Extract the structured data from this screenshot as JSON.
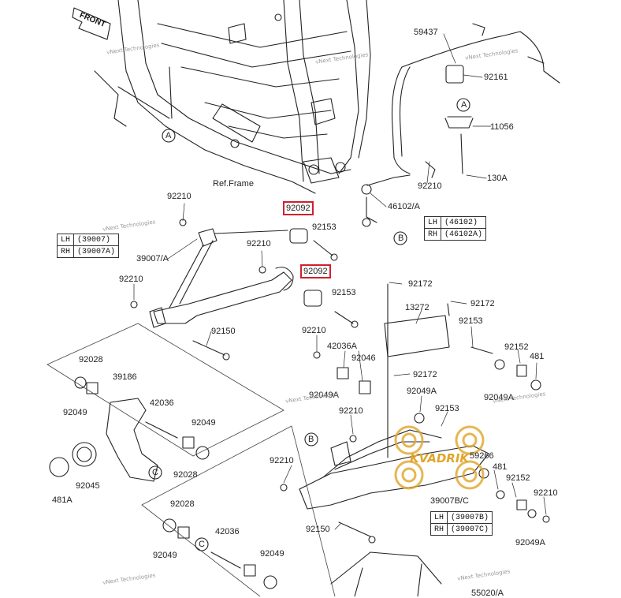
{
  "front_label": "FRONT",
  "ref_frame": "Ref.Frame",
  "watermark": "vNext Technologies",
  "logo_text": "KVADRIK",
  "highlighted": [
    "92092",
    "92092"
  ],
  "labels": [
    {
      "id": "l59437",
      "t": "59437"
    },
    {
      "id": "l92161",
      "t": "92161"
    },
    {
      "id": "lA1",
      "t": "A"
    },
    {
      "id": "l11056",
      "t": "11056"
    },
    {
      "id": "l92210a",
      "t": "92210"
    },
    {
      "id": "l130A",
      "t": "130A"
    },
    {
      "id": "lA2",
      "t": "A"
    },
    {
      "id": "l46102A",
      "t": "46102/A"
    },
    {
      "id": "lB1",
      "t": "B"
    },
    {
      "id": "l92210b",
      "t": "92210"
    },
    {
      "id": "l92153a",
      "t": "92153"
    },
    {
      "id": "l92210c",
      "t": "92210"
    },
    {
      "id": "l39007A",
      "t": "39007/A"
    },
    {
      "id": "l92210d",
      "t": "92210"
    },
    {
      "id": "l92153b",
      "t": "92153"
    },
    {
      "id": "l92172a",
      "t": "92172"
    },
    {
      "id": "l13272",
      "t": "13272"
    },
    {
      "id": "l92172b",
      "t": "92172"
    },
    {
      "id": "l92153c",
      "t": "92153"
    },
    {
      "id": "l92150a",
      "t": "92150"
    },
    {
      "id": "l92210e",
      "t": "92210"
    },
    {
      "id": "l42036A",
      "t": "42036A"
    },
    {
      "id": "l92046",
      "t": "92046"
    },
    {
      "id": "l92152a",
      "t": "92152"
    },
    {
      "id": "l481a",
      "t": "481"
    },
    {
      "id": "l92172c",
      "t": "92172"
    },
    {
      "id": "l92049Aa",
      "t": "92049A"
    },
    {
      "id": "l92049Ab",
      "t": "92049A"
    },
    {
      "id": "l92049Ac",
      "t": "92049A"
    },
    {
      "id": "l92028a",
      "t": "92028"
    },
    {
      "id": "l39186",
      "t": "39186"
    },
    {
      "id": "l92049a",
      "t": "92049"
    },
    {
      "id": "l42036a",
      "t": "42036"
    },
    {
      "id": "l92210f",
      "t": "92210"
    },
    {
      "id": "l92153d",
      "t": "92153"
    },
    {
      "id": "l92049b",
      "t": "92049"
    },
    {
      "id": "l92045",
      "t": "92045"
    },
    {
      "id": "lC1",
      "t": "C"
    },
    {
      "id": "l92028b",
      "t": "92028"
    },
    {
      "id": "l481A",
      "t": "481A"
    },
    {
      "id": "lB2",
      "t": "B"
    },
    {
      "id": "l59266",
      "t": "59266"
    },
    {
      "id": "l92210g",
      "t": "92210"
    },
    {
      "id": "l481b",
      "t": "481"
    },
    {
      "id": "l92152b",
      "t": "92152"
    },
    {
      "id": "l39007BC",
      "t": "39007B/C"
    },
    {
      "id": "l92210h",
      "t": "92210"
    },
    {
      "id": "l92028c",
      "t": "92028"
    },
    {
      "id": "l92150b",
      "t": "92150"
    },
    {
      "id": "l42036b",
      "t": "42036"
    },
    {
      "id": "lC2",
      "t": "C"
    },
    {
      "id": "l92049c",
      "t": "92049"
    },
    {
      "id": "l92049d",
      "t": "92049"
    },
    {
      "id": "l92049Ad",
      "t": "92049A"
    },
    {
      "id": "l55020",
      "t": "55020/A"
    }
  ],
  "tables": {
    "t46102": [
      [
        "LH",
        "(46102)"
      ],
      [
        "RH",
        "(46102A)"
      ]
    ],
    "t39007": [
      [
        "LH",
        "(39007)"
      ],
      [
        "RH",
        "(39007A)"
      ]
    ],
    "t39007BC": [
      [
        "LH",
        "(39007B)"
      ],
      [
        "RH",
        "(39007C)"
      ]
    ]
  }
}
